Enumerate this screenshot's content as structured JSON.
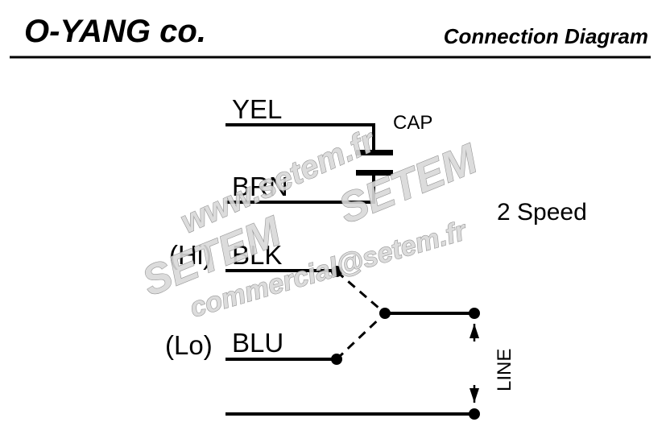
{
  "header": {
    "company": "O-YANG co.",
    "title": "Connection Diagram"
  },
  "wires": {
    "yel": "YEL",
    "brn": "BRN",
    "blk": "BLK",
    "blu": "BLU"
  },
  "speeds": {
    "hi": "(Hi)",
    "lo": "(Lo)",
    "type": "2 Speed"
  },
  "components": {
    "cap": "CAP",
    "line": "LINE"
  },
  "watermark": {
    "url": "www.setem.fr",
    "brand": "SETEM",
    "email": "commercial@setem.fr"
  },
  "colors": {
    "ink": "#000000",
    "background": "#ffffff",
    "watermark_fill": "#d9d9d9",
    "watermark_stroke": "#8a8a8a"
  }
}
